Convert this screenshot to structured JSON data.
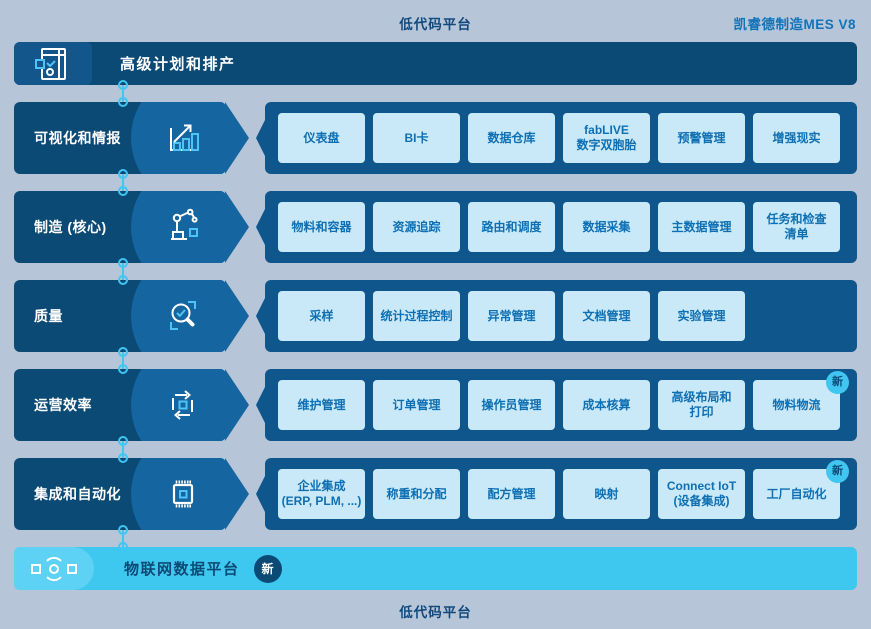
{
  "meta": {
    "center_top": "低代码平台",
    "brand": "凯睿德制造MES V8",
    "center_bottom": "低代码平台"
  },
  "top_banner": {
    "label": "高级计划和排产",
    "icon": "planning-board-icon"
  },
  "rows": [
    {
      "label": "可视化和情报",
      "icon": "bar-chart-icon",
      "modules": [
        {
          "label": "仪表盘"
        },
        {
          "label": "BI卡"
        },
        {
          "label": "数据仓库"
        },
        {
          "label": "fabLIVE\n数字双胞胎"
        },
        {
          "label": "预警管理"
        },
        {
          "label": "增强现实"
        }
      ]
    },
    {
      "label": "制造 (核心)",
      "icon": "robot-arm-icon",
      "modules": [
        {
          "label": "物料和容器"
        },
        {
          "label": "资源追踪"
        },
        {
          "label": "路由和调度"
        },
        {
          "label": "数据采集"
        },
        {
          "label": "主数据管理"
        },
        {
          "label": "任务和检查\n清单"
        }
      ]
    },
    {
      "label": "质量",
      "icon": "magnifier-check-icon",
      "modules": [
        {
          "label": "采样"
        },
        {
          "label": "统计过程控制"
        },
        {
          "label": "异常管理"
        },
        {
          "label": "文档管理"
        },
        {
          "label": "实验管理"
        }
      ]
    },
    {
      "label": "运营效率",
      "icon": "cycle-icon",
      "modules": [
        {
          "label": "维护管理"
        },
        {
          "label": "订单管理"
        },
        {
          "label": "操作员管理"
        },
        {
          "label": "成本核算"
        },
        {
          "label": "高级布局和\n打印"
        },
        {
          "label": "物料物流",
          "badge": "新"
        }
      ]
    },
    {
      "label": "集成和自动化",
      "icon": "chip-icon",
      "modules": [
        {
          "label": "企业集成\n(ERP, PLM, ...)"
        },
        {
          "label": "称重和分配"
        },
        {
          "label": "配方管理"
        },
        {
          "label": "映射"
        },
        {
          "label": "Connect IoT\n(设备集成)"
        },
        {
          "label": "工厂自动化",
          "badge": "新"
        }
      ]
    }
  ],
  "bottom_banner": {
    "label": "物联网数据平台",
    "badge": "新",
    "icon": "iot-signal-icon"
  },
  "colors": {
    "background": "#b6c5d8",
    "navy": "#0c4a76",
    "panel_blue": "#0e568c",
    "bulge_blue": "#1565a0",
    "card_bg": "#c9e9f9",
    "card_text": "#0e6fb2",
    "cyan": "#3ec8f0",
    "accent": "#41c6f1"
  }
}
